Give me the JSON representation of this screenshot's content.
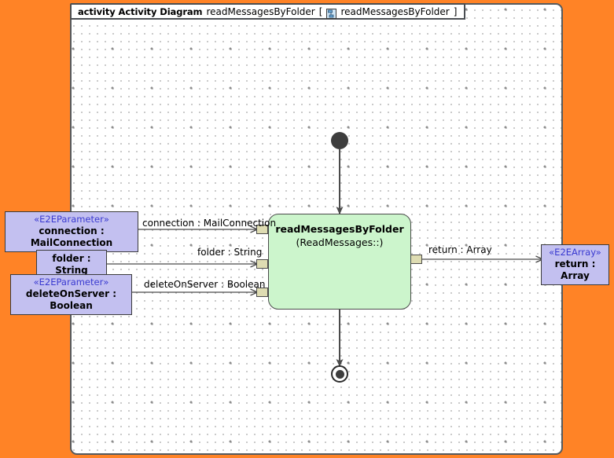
{
  "canvas": {
    "background_color": "#FF8326",
    "frame_background": "#ffffff",
    "frame_border_color": "#555a5e"
  },
  "frame_header": {
    "keyword": "activity Activity Diagram",
    "diagram_name": "readMessagesByFolder",
    "bracket_open": "[",
    "icon": "activity-diagram-icon",
    "element_name": "readMessagesByFolder",
    "bracket_close": "]"
  },
  "action_node": {
    "name": "readMessagesByFolder",
    "qualifier": "(ReadMessages::)",
    "fill_color": "#CCF5CC",
    "border_color": "#4b4b4b",
    "pins": [
      {
        "name": "input-pin-connection",
        "side": "left"
      },
      {
        "name": "input-pin-folder",
        "side": "left"
      },
      {
        "name": "input-pin-deleteOnServer",
        "side": "left"
      },
      {
        "name": "output-pin-return",
        "side": "right"
      }
    ]
  },
  "parameter_nodes": [
    {
      "id": "connection",
      "stereotype": "«E2EParameter»",
      "label": "connection : MailConnection",
      "fill_color": "#C3C0F0"
    },
    {
      "id": "folder",
      "stereotype": "",
      "label": "folder : String",
      "fill_color": "#C3C0F0"
    },
    {
      "id": "deleteOnServer",
      "stereotype": "«E2EParameter»",
      "label": "deleteOnServer : Boolean",
      "fill_color": "#C3C0F0"
    }
  ],
  "result_node": {
    "id": "return",
    "stereotype": "«E2EArray»",
    "label": "return : Array",
    "fill_color": "#C3C0F0"
  },
  "edges": [
    {
      "id": "edge-connection",
      "label": "connection : MailConnection"
    },
    {
      "id": "edge-folder",
      "label": "folder : String"
    },
    {
      "id": "edge-deleteOnServer",
      "label": "deleteOnServer : Boolean"
    },
    {
      "id": "edge-return",
      "label": "return : Array"
    },
    {
      "id": "edge-initial-to-action",
      "label": ""
    },
    {
      "id": "edge-action-to-final",
      "label": ""
    }
  ],
  "control_nodes": {
    "initial": "initial-node",
    "final": "activity-final-node"
  }
}
